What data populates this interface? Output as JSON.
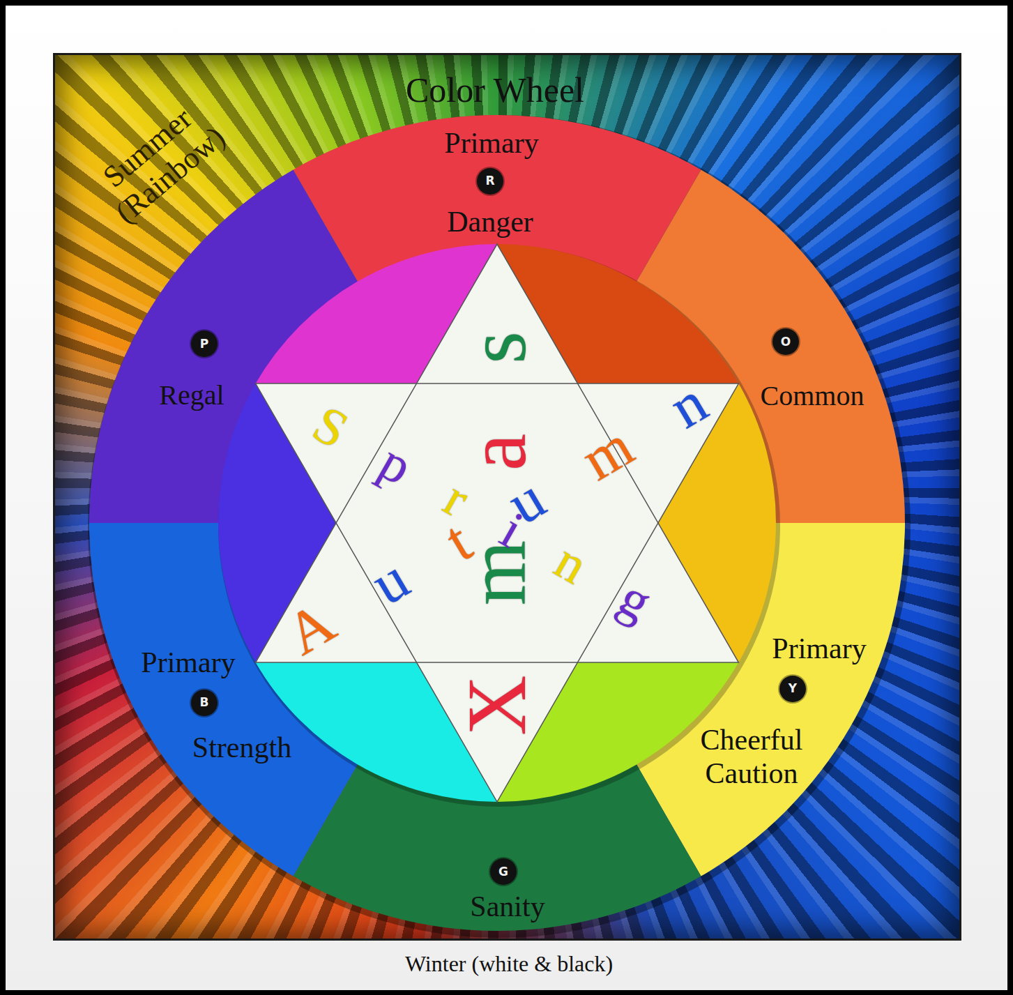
{
  "diagram": {
    "title": "Color Wheel",
    "nodes": [
      {
        "text": [
          "Primary",
          "Danger"
        ]
      },
      {
        "text": [
          "R"
        ],
        "in": 0
      },
      {
        "text": [
          "Common"
        ]
      },
      {
        "text": [
          "O"
        ],
        "in": 2
      },
      {
        "text": [
          "Primary",
          "Cheerful Caution"
        ]
      },
      {
        "text": [
          "Y"
        ],
        "in": 4
      },
      {
        "text": [
          "Sanity"
        ]
      },
      {
        "text": [
          "G"
        ],
        "in": 6
      },
      {
        "text": [
          "Primary",
          "Strength"
        ]
      },
      {
        "text": [
          "B"
        ],
        "in": 8
      },
      {
        "text": [
          "Regal"
        ]
      },
      {
        "text": [
          "P"
        ],
        "in": 10
      },
      {
        "text": [
          "Xmas",
          "Spring",
          "Autumn"
        ]
      }
    ],
    "labels": [
      "Summer (Rainbow)",
      "Winter (white & black)"
    ]
  }
}
